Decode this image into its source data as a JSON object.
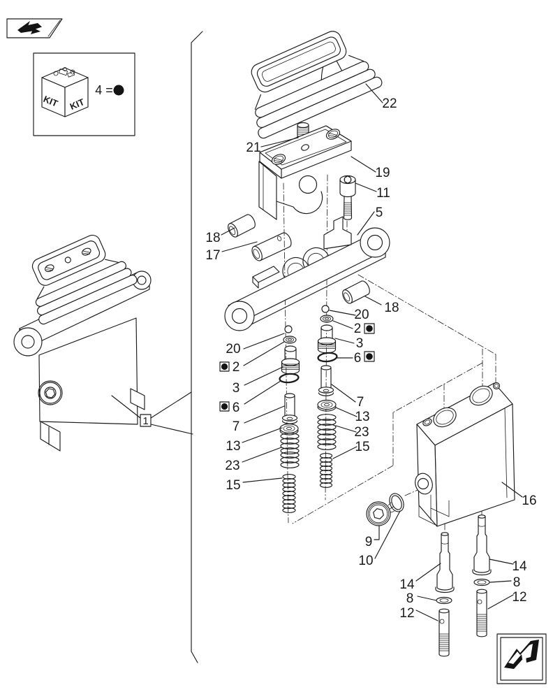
{
  "nav": {
    "back_icon": "page-back-arrow",
    "forward_icon": "page-forward-arrow"
  },
  "kit_legend": {
    "crate_front": "KIT",
    "crate_side": "KIT",
    "equation": "4 =",
    "symbol": "kit-dot"
  },
  "callouts": {
    "assembly": "1",
    "cover": "22",
    "stud": "21",
    "clamp_plate": "19",
    "bolt": "11",
    "support_plate": "5",
    "bushing_upper": "18",
    "pin": "17",
    "bushing_lower": "18",
    "valve_body": "16",
    "plug": "9",
    "plug_oring": "10",
    "col_left": {
      "ball": "20",
      "seal": "2",
      "guide": "3",
      "oring": "6",
      "spool": "7",
      "washer": "13",
      "spring_outer": "23",
      "spring_inner": "15"
    },
    "col_right": {
      "ball": "20",
      "seal": "2",
      "guide": "3",
      "oring": "6",
      "spool": "7",
      "washer": "13",
      "spring_outer": "23",
      "spring_inner": "15"
    },
    "stack_left": {
      "rod": "14",
      "washer": "8",
      "stud": "12"
    },
    "stack_right": {
      "rod": "14",
      "washer": "8",
      "stud": "12"
    }
  }
}
